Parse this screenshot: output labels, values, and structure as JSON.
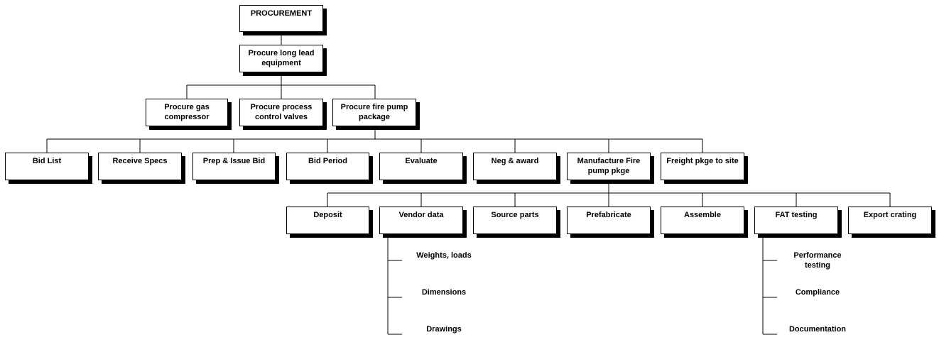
{
  "root": "PROCUREMENT",
  "level1": "Procure long lead\nequipment",
  "level2": {
    "gas": "Procure gas\ncompressor",
    "valves": "Procure process\ncontrol valves",
    "firepump": "Procure fire pump\npackage"
  },
  "level3": {
    "bid_list": "Bid List",
    "receive_specs": "Receive Specs",
    "prep_issue": "Prep & Issue Bid",
    "bid_period": "Bid Period",
    "evaluate": "Evaluate",
    "neg_award": "Neg & award",
    "manufacture": "Manufacture Fire\npump pkge",
    "freight": "Freight pkge to site"
  },
  "level4": {
    "deposit": "Deposit",
    "vendor_data": "Vendor data",
    "source_parts": "Source parts",
    "prefabricate": "Prefabricate",
    "assemble": "Assemble",
    "fat_testing": "FAT testing",
    "export_crating": "Export crating"
  },
  "vendor_children": {
    "weights": "Weights, loads",
    "dimensions": "Dimensions",
    "drawings": "Drawings"
  },
  "fat_children": {
    "performance": "Performance\ntesting",
    "compliance": "Compliance",
    "documentation": "Documentation"
  }
}
